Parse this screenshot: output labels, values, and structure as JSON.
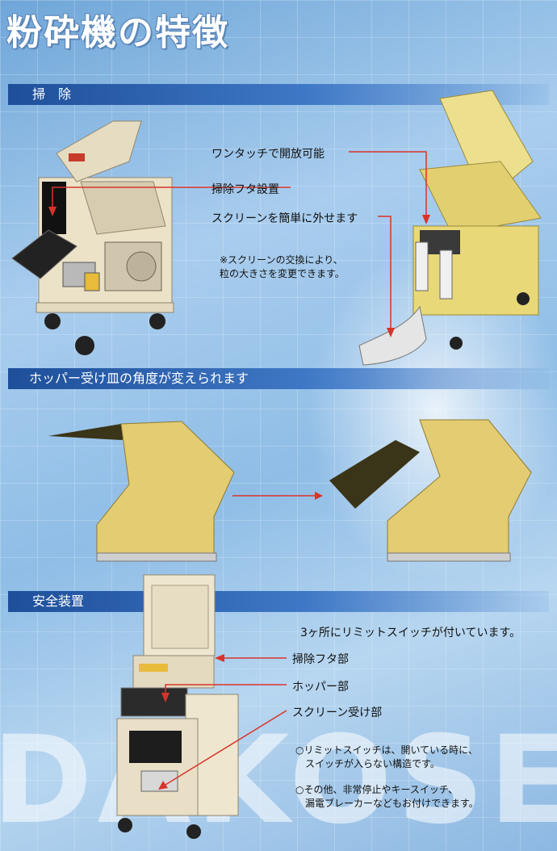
{
  "title": "粉砕機の特徴",
  "sections": {
    "cleaning": {
      "heading": "掃　除",
      "callouts": [
        "ワンタッチで開放可能",
        "掃除フタ設置",
        "スクリーンを簡単に外せます"
      ],
      "note": [
        "※スクリーンの交換により、",
        "粒の大きさを変更できます。"
      ]
    },
    "hopper": {
      "heading": "ホッパー受け皿の角度が変えられます"
    },
    "safety": {
      "heading": "安全装置",
      "lead": "3ヶ所にリミットスイッチが付いています。",
      "callouts": [
        "掃除フタ部",
        "ホッパー部",
        "スクリーン受け部"
      ],
      "notes": [
        [
          "○リミットスイッチは、開いている時に、",
          "　スイッチが入らない構造です。"
        ],
        [
          "○その他、非常停止やキースイッチ、",
          "　漏電ブレーカーなどもお付けできます。"
        ]
      ]
    }
  },
  "watermark": "DAKOSE",
  "colors": {
    "bar": "#2a5fae",
    "arrow": "#d8342a",
    "machine_yellow": "#e6d27a",
    "machine_cream": "#efe6cf"
  }
}
